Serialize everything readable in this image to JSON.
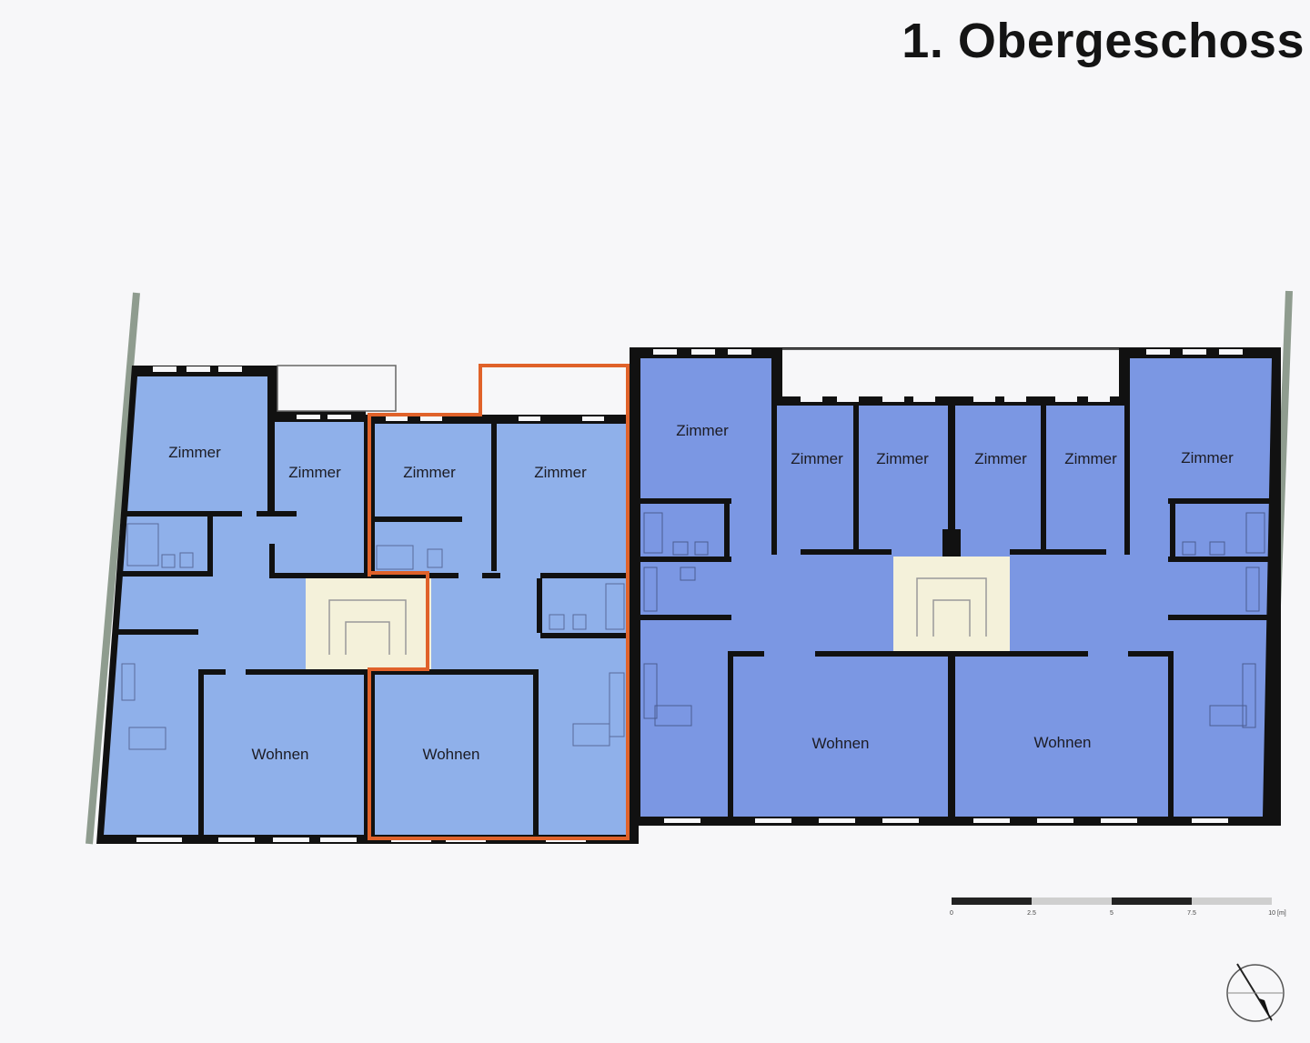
{
  "title": "1. Obergeschoss",
  "rooms": [
    {
      "id": "A1",
      "label": "Zimmer"
    },
    {
      "id": "A2",
      "label": "Zimmer"
    },
    {
      "id": "B1",
      "label": "Zimmer"
    },
    {
      "id": "B2",
      "label": "Zimmer"
    },
    {
      "id": "C1",
      "label": "Zimmer"
    },
    {
      "id": "C2",
      "label": "Zimmer"
    },
    {
      "id": "C3",
      "label": "Zimmer"
    },
    {
      "id": "D1",
      "label": "Zimmer"
    },
    {
      "id": "D2",
      "label": "Zimmer"
    },
    {
      "id": "D3",
      "label": "Zimmer"
    },
    {
      "id": "A3",
      "label": "Wohnen"
    },
    {
      "id": "B3",
      "label": "Wohnen"
    },
    {
      "id": "C4",
      "label": "Wohnen"
    },
    {
      "id": "D4",
      "label": "Wohnen"
    }
  ],
  "scale_bar": {
    "ticks": [
      "0",
      "2.5",
      "5",
      "7.5",
      "10 [m]"
    ]
  },
  "colors": {
    "floor_light": "#8fb0ea",
    "floor_dark": "#7b97e3",
    "stair_core": "#f4f1da",
    "wall": "#111111",
    "highlight": "#e0622a",
    "site_line": "#8f9c8f"
  },
  "icons": {
    "north_arrow": "north-arrow-icon"
  }
}
